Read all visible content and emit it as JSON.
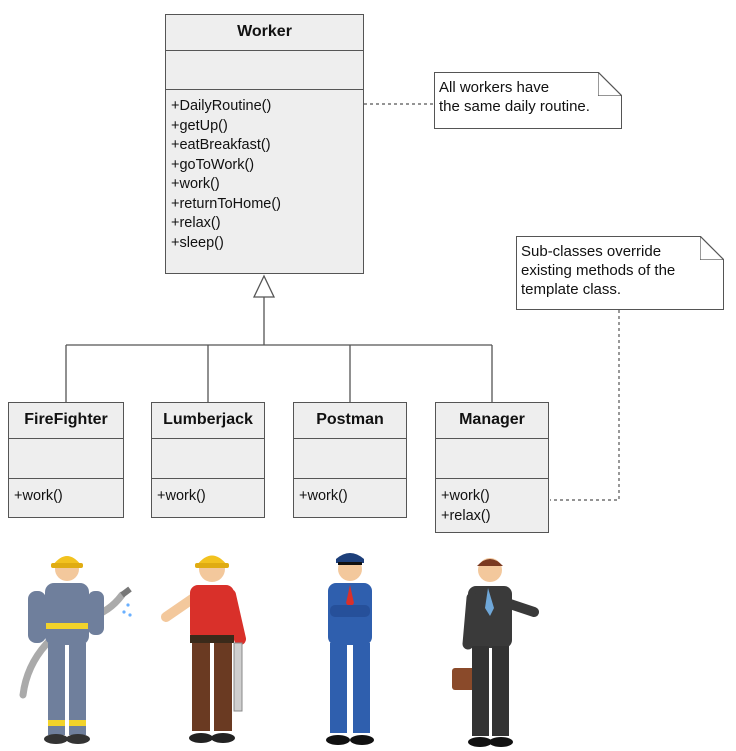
{
  "worker": {
    "name": "Worker",
    "methods": [
      "+DailyRoutine()",
      "+getUp()",
      "+eatBreakfast()",
      "+goToWork()",
      "+work()",
      "+returnToHome()",
      "+relax()",
      "+sleep()"
    ]
  },
  "note_routine": {
    "lines": [
      "All workers have",
      "the same daily routine."
    ]
  },
  "note_override": {
    "lines": [
      "Sub-classes override",
      "existing methods of the",
      "template class."
    ]
  },
  "subclasses": [
    {
      "name": "FireFighter",
      "methods": [
        "+work()"
      ]
    },
    {
      "name": "Lumberjack",
      "methods": [
        "+work()"
      ]
    },
    {
      "name": "Postman",
      "methods": [
        "+work()"
      ]
    },
    {
      "name": "Manager",
      "methods": [
        "+work()",
        "+relax()"
      ]
    }
  ],
  "colors": {
    "box_fill": "#eeeeee",
    "border": "#555555",
    "firefighter": "#6f7f9c",
    "lumberjack_shirt": "#d9302a",
    "postman": "#2f5fae",
    "manager": "#3a3a3a"
  },
  "icons": [
    "firefighter-figure",
    "lumberjack-figure",
    "postman-figure",
    "manager-figure"
  ]
}
